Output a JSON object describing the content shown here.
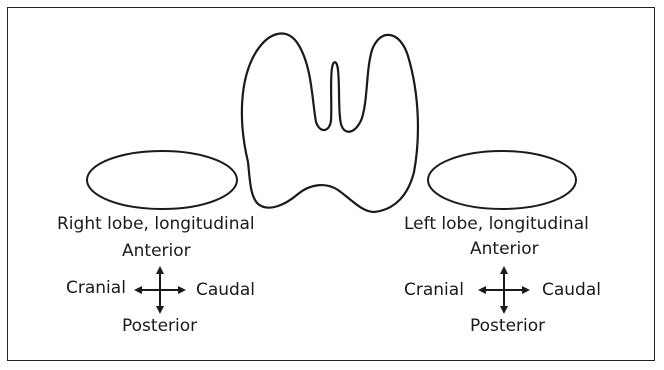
{
  "diagram": {
    "right_side": {
      "title": "Right lobe, longitudinal",
      "anterior": "Anterior",
      "posterior": "Posterior",
      "cranial": "Cranial",
      "caudal": "Caudal"
    },
    "left_side": {
      "title": "Left lobe, longitudinal",
      "anterior": "Anterior",
      "posterior": "Posterior",
      "cranial": "Cranial",
      "caudal": "Caudal"
    },
    "colors": {
      "stroke": "#1a1a1a",
      "background": "#ffffff"
    }
  }
}
